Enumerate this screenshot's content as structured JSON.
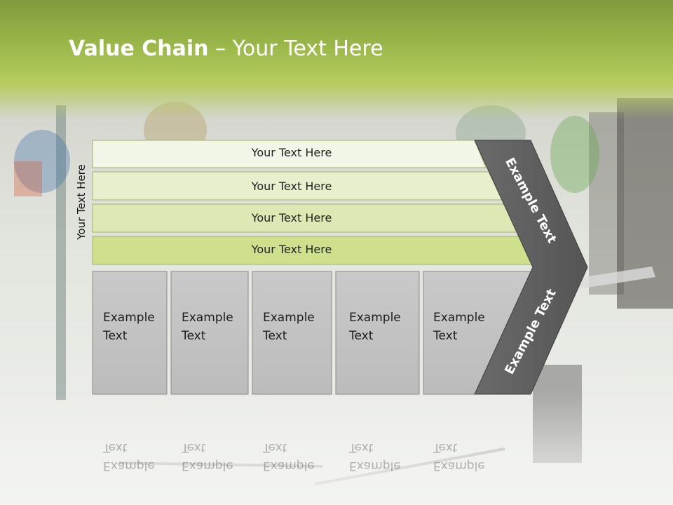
{
  "slide": {
    "title_bold": "Value Chain",
    "title_rest": " – Your Text Here",
    "side_label": "Your Text Here",
    "bars": [
      {
        "label": "Your Text Here"
      },
      {
        "label": "Your Text Here"
      },
      {
        "label": "Your Text Here"
      },
      {
        "label": "Your Text Here"
      }
    ],
    "boxes": [
      {
        "line1": "Example",
        "line2": "Text"
      },
      {
        "line1": "Example",
        "line2": "Text"
      },
      {
        "line1": "Example",
        "line2": "Text"
      },
      {
        "line1": "Example",
        "line2": "Text"
      },
      {
        "line1": "Example",
        "line2": "Text"
      }
    ],
    "chevron_top": "Example Text",
    "chevron_bottom": "Example Text"
  },
  "colors": {
    "header_green": "#98b548",
    "bar_fills": [
      "#f2f6e6",
      "#e8efcd",
      "#dde8b4",
      "#cfe08c"
    ],
    "box_gray": "#c3c3c3",
    "chevron_gray": "#5f5f5f"
  }
}
